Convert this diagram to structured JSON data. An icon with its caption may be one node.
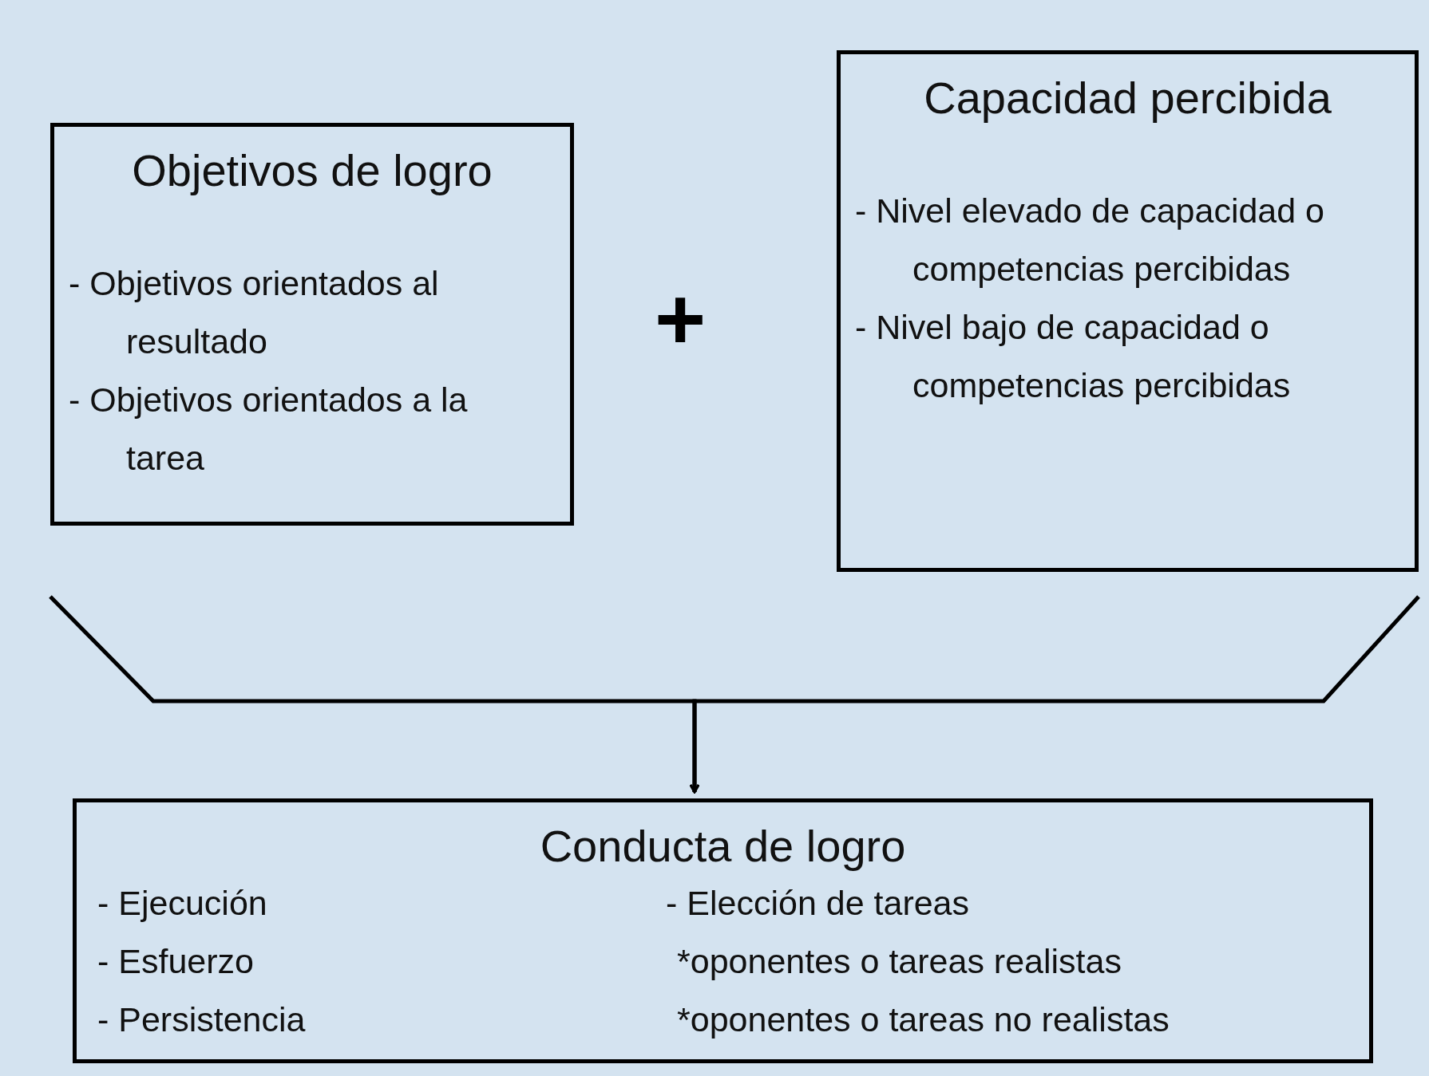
{
  "diagram": {
    "nodes": [
      {
        "text": [
          "Objetivos de logro",
          "- Objetivos orientados al resultado",
          "- Objetivos orientados a la tarea"
        ]
      },
      {
        "text": [
          "Capacidad percibida",
          "- Nivel elevado de capacidad o competencias percibidas",
          "- Nivel bajo de capacidad o competencias percibidas"
        ]
      },
      {
        "text": [
          "Conducta de logro",
          "- Ejecución",
          "- Esfuerzo",
          "- Persistencia",
          "- Elección de tareas",
          "*oponentes o tareas realistas",
          "*oponentes o tareas no realistas"
        ]
      }
    ],
    "edges": [
      {
        "from": 0,
        "to": 2,
        "arrow": "to"
      },
      {
        "from": 1,
        "to": 2,
        "arrow": "to"
      }
    ],
    "labels": [
      "+"
    ]
  }
}
